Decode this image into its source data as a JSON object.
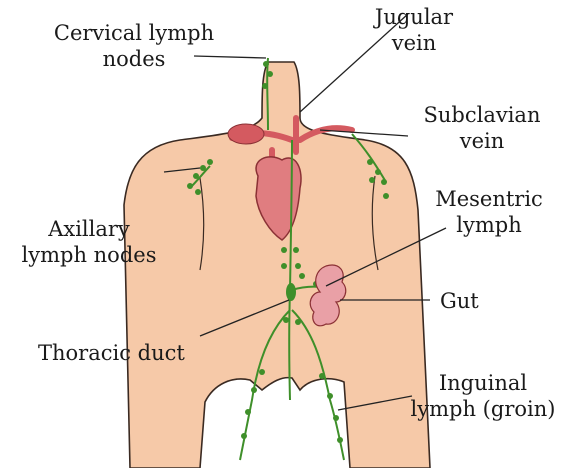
{
  "labels": {
    "cervical": [
      "Cervical lymph",
      "nodes"
    ],
    "jugular": [
      "Jugular",
      "vein"
    ],
    "subclavian": [
      "Subclavian",
      "vein"
    ],
    "axillary": [
      "Axillary",
      "lymph nodes"
    ],
    "mesentric": [
      "Mesentric",
      "lymph"
    ],
    "gut": "Gut",
    "thoracic": "Thoracic duct",
    "inguinal": [
      "Inguinal",
      "lymph (groin)"
    ]
  },
  "colors": {
    "skin": "#f6c9a8",
    "skin_outline": "#3a2a22",
    "heart": "#e07d80",
    "vessel": "#d45a60",
    "lymph": "#3f8f2a",
    "gut": "#e9a0a6",
    "leader": "#222222"
  }
}
